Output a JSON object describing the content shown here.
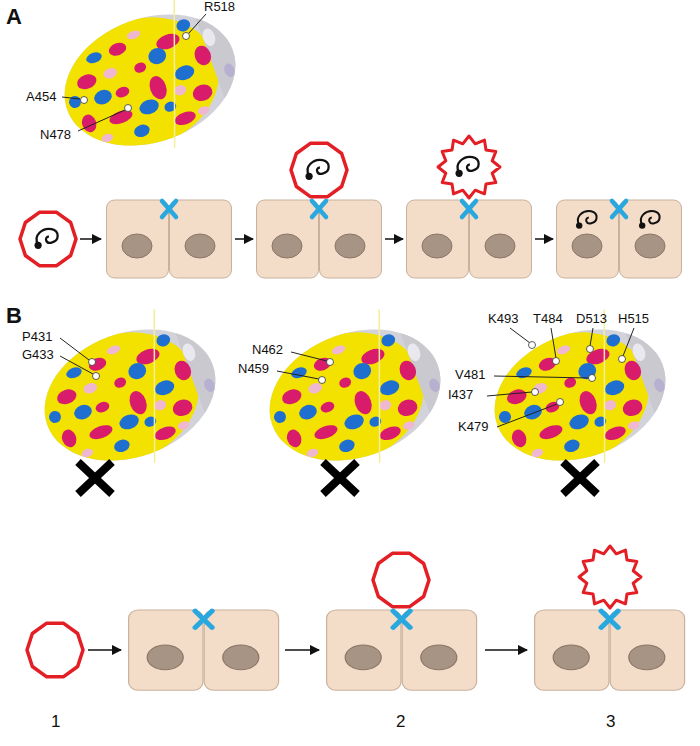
{
  "diagram": {
    "labels": [
      "A",
      "R518",
      "A454",
      "N478",
      "B",
      "P431",
      "G433",
      "N462",
      "N459",
      "K493",
      "T484",
      "D513",
      "H515",
      "V481",
      "I437",
      "K479",
      "1",
      "2",
      "3"
    ]
  }
}
